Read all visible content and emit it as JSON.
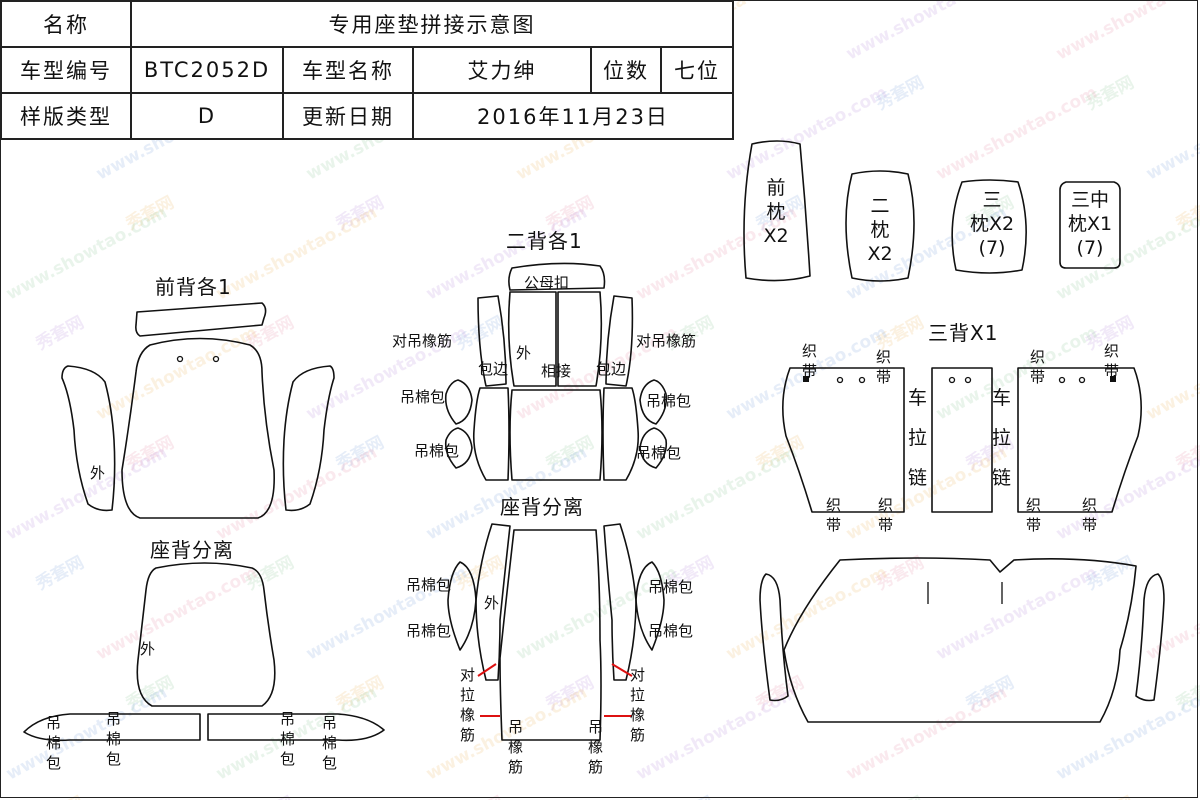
{
  "header": {
    "name_label": "名称",
    "title": "专用座垫拼接示意图",
    "model_code_label": "车型编号",
    "model_code": "BTC2052D",
    "model_name_label": "车型名称",
    "model_name": "艾力绅",
    "seats_label": "位数",
    "seats": "七位",
    "template_label": "样版类型",
    "template": "D",
    "update_label": "更新日期",
    "update_date": "2016年11月23日"
  },
  "watermark": {
    "brand": "秀套网",
    "url": "www.showtao.com",
    "colors": [
      "#e9a0b4",
      "#8fb0e0",
      "#9fd0a6",
      "#f0c27a",
      "#c2a0e0"
    ]
  },
  "sections": {
    "front_back_title": "前背各1",
    "seat_back_separate_left": "座背分离",
    "second_back_title": "二背各1",
    "seat_back_separate_mid": "座背分离",
    "third_back_title": "三背X1"
  },
  "labels": {
    "outside": "外",
    "hang_cotton_bag": "吊棉包",
    "pair_hang_rubber": "对吊橡筋",
    "wrap_edge": "包边",
    "joint": "相接",
    "male_female_buckle": "公母扣",
    "pair_pull_rubber": "对拉橡筋",
    "hang_rubber": "吊橡筋",
    "woven_strap": "织带",
    "car_zipper": "车拉链"
  },
  "pillows": [
    {
      "line1": "前",
      "line2": "枕",
      "line3": "X2"
    },
    {
      "line1": "二",
      "line2": "枕",
      "line3": "X2"
    },
    {
      "line1": "三",
      "line2": "枕X2",
      "line3": "(7)"
    },
    {
      "line1": "三中",
      "line2": "枕X1",
      "line3": "(7)"
    }
  ]
}
